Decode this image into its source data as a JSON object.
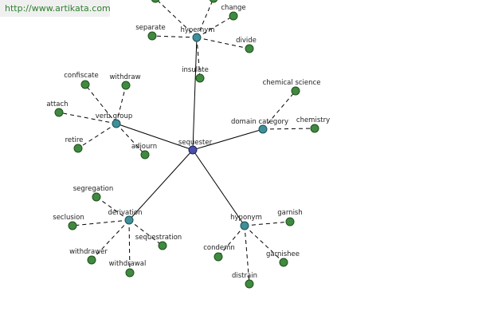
{
  "banner": {
    "text": "http://www.artikata.com"
  },
  "colors": {
    "root": "#4a4fa8",
    "category": "#3e8f99",
    "leaf": "#3f8a3f",
    "edge": "#000000",
    "banner_text": "#2d7f2d"
  },
  "graph": {
    "root": {
      "id": "root",
      "label": "sequester"
    },
    "nodes": [
      {
        "id": "hyp_top",
        "label": "hypernym",
        "kind": "category"
      },
      {
        "id": "verb_group",
        "label": "verb group",
        "kind": "category"
      },
      {
        "id": "domain",
        "label": "domain category",
        "kind": "category"
      },
      {
        "id": "deriv",
        "label": "derivation",
        "kind": "category"
      },
      {
        "id": "hyponym",
        "label": "hyponym",
        "kind": "category"
      },
      {
        "id": "l_change",
        "label": "change",
        "kind": "leaf"
      },
      {
        "id": "l_separate",
        "label": "separate",
        "kind": "leaf"
      },
      {
        "id": "l_divide",
        "label": "divide",
        "kind": "leaf"
      },
      {
        "id": "l_insulate",
        "label": "insulate",
        "kind": "leaf"
      },
      {
        "id": "l_top1",
        "label": "",
        "kind": "leaf"
      },
      {
        "id": "l_top2",
        "label": "",
        "kind": "leaf"
      },
      {
        "id": "l_confiscate",
        "label": "confiscate",
        "kind": "leaf"
      },
      {
        "id": "l_withdraw",
        "label": "withdraw",
        "kind": "leaf"
      },
      {
        "id": "l_attach",
        "label": "attach",
        "kind": "leaf"
      },
      {
        "id": "l_retire",
        "label": "retire",
        "kind": "leaf"
      },
      {
        "id": "l_adjourn",
        "label": "adjourn",
        "kind": "leaf"
      },
      {
        "id": "l_chemsci",
        "label": "chemical science",
        "kind": "leaf"
      },
      {
        "id": "l_chemistry",
        "label": "chemistry",
        "kind": "leaf"
      },
      {
        "id": "l_segregation",
        "label": "segregation",
        "kind": "leaf"
      },
      {
        "id": "l_seclusion",
        "label": "seclusion",
        "kind": "leaf"
      },
      {
        "id": "l_sequestration",
        "label": "sequestration",
        "kind": "leaf"
      },
      {
        "id": "l_withdrawer",
        "label": "withdrawer",
        "kind": "leaf"
      },
      {
        "id": "l_withdrawal",
        "label": "withdrawal",
        "kind": "leaf"
      },
      {
        "id": "l_garnish",
        "label": "garnish",
        "kind": "leaf"
      },
      {
        "id": "l_condemn",
        "label": "condemn",
        "kind": "leaf"
      },
      {
        "id": "l_garnishee",
        "label": "garnishee",
        "kind": "leaf"
      },
      {
        "id": "l_distrain",
        "label": "distrain",
        "kind": "leaf"
      }
    ],
    "edges": [
      {
        "from": "root",
        "to": "hyp_top",
        "style": "solid"
      },
      {
        "from": "root",
        "to": "verb_group",
        "style": "solid"
      },
      {
        "from": "root",
        "to": "domain",
        "style": "solid"
      },
      {
        "from": "root",
        "to": "deriv",
        "style": "solid"
      },
      {
        "from": "root",
        "to": "hyponym",
        "style": "solid"
      },
      {
        "from": "hyp_top",
        "to": "l_change",
        "style": "dashed"
      },
      {
        "from": "hyp_top",
        "to": "l_separate",
        "style": "dashed"
      },
      {
        "from": "hyp_top",
        "to": "l_divide",
        "style": "dashed"
      },
      {
        "from": "hyp_top",
        "to": "l_insulate",
        "style": "dashed"
      },
      {
        "from": "hyp_top",
        "to": "l_top1",
        "style": "dashed"
      },
      {
        "from": "hyp_top",
        "to": "l_top2",
        "style": "dashed"
      },
      {
        "from": "verb_group",
        "to": "l_confiscate",
        "style": "dashed"
      },
      {
        "from": "verb_group",
        "to": "l_withdraw",
        "style": "dashed"
      },
      {
        "from": "verb_group",
        "to": "l_attach",
        "style": "dashed"
      },
      {
        "from": "verb_group",
        "to": "l_retire",
        "style": "dashed"
      },
      {
        "from": "verb_group",
        "to": "l_adjourn",
        "style": "dashed"
      },
      {
        "from": "domain",
        "to": "l_chemsci",
        "style": "dashed"
      },
      {
        "from": "domain",
        "to": "l_chemistry",
        "style": "dashed"
      },
      {
        "from": "deriv",
        "to": "l_segregation",
        "style": "dashed"
      },
      {
        "from": "deriv",
        "to": "l_seclusion",
        "style": "dashed"
      },
      {
        "from": "deriv",
        "to": "l_sequestration",
        "style": "dashed"
      },
      {
        "from": "deriv",
        "to": "l_withdrawer",
        "style": "dashed"
      },
      {
        "from": "deriv",
        "to": "l_withdrawal",
        "style": "dashed"
      },
      {
        "from": "hyponym",
        "to": "l_garnish",
        "style": "dashed"
      },
      {
        "from": "hyponym",
        "to": "l_condemn",
        "style": "dashed"
      },
      {
        "from": "hyponym",
        "to": "l_garnishee",
        "style": "dashed"
      },
      {
        "from": "hyponym",
        "to": "l_distrain",
        "style": "dashed"
      }
    ]
  }
}
